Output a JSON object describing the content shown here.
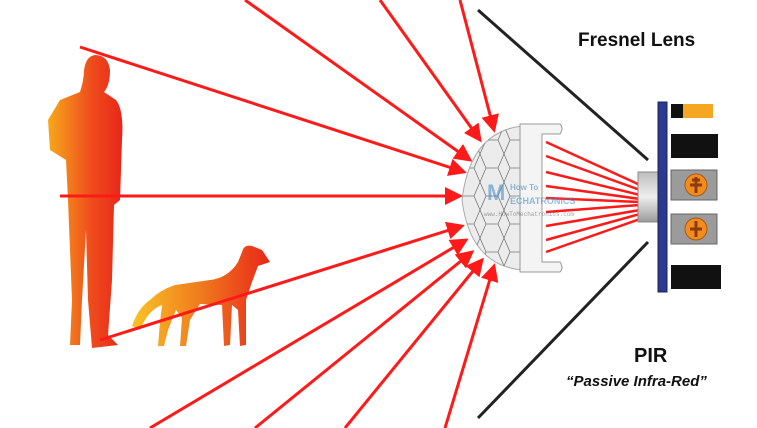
{
  "labels": {
    "fresnel_lens": "Fresnel Lens",
    "pir": "PIR",
    "pir_full": "“Passive Infra-Red”"
  },
  "watermark": {
    "brand": "How To Mechatronics",
    "url": "www.HowToMechatronics.com"
  },
  "colors": {
    "ray": "#ff1a1a",
    "body_top": "#f7a81b",
    "body_bottom": "#e8261a",
    "board": "#2a3a8c",
    "pointer_line": "#222222"
  }
}
